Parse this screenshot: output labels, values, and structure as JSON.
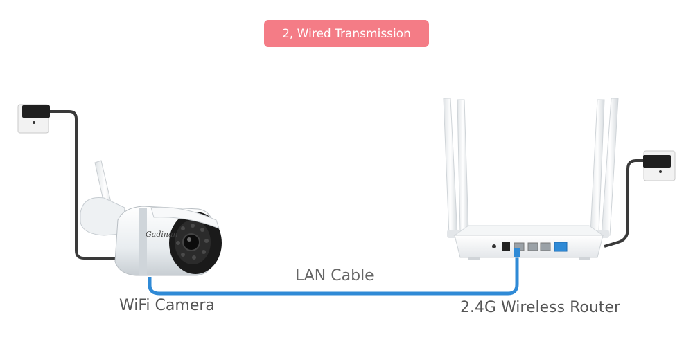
{
  "banner": {
    "text": "2, Wired Transmission"
  },
  "camera": {
    "label": "WiFi Camera",
    "brand": "Gadinan"
  },
  "router": {
    "label": "2.4G Wireless Router"
  },
  "cable": {
    "label": "LAN Cable",
    "color": "#2f8ad6"
  },
  "colors": {
    "banner_bg": "#f47c86",
    "power_cord": "#3a3a3a"
  },
  "icons": [
    "power-outlet-icon",
    "wifi-camera-icon",
    "wireless-router-icon",
    "lan-cable-icon"
  ]
}
